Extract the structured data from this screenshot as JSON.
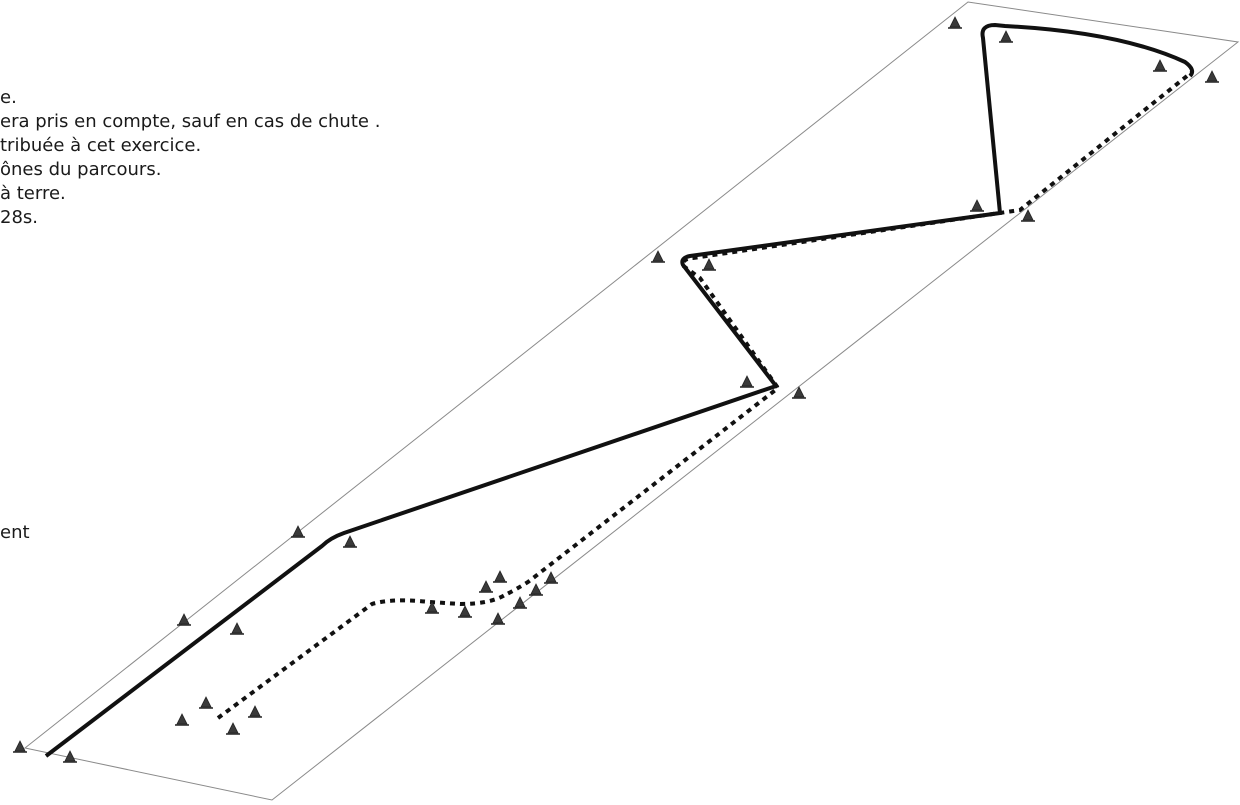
{
  "instructions": {
    "lines": [
      "e.",
      "era pris en compte, sauf en cas de chute .",
      "tribuée à cet exercice.",
      "ônes du parcours.",
      "à terre.",
      "28s."
    ]
  },
  "footer": {
    "text": "ent"
  },
  "colors": {
    "line": "#111111",
    "border": "#8a8a8a",
    "cone_fill": "#3a3a3a"
  }
}
